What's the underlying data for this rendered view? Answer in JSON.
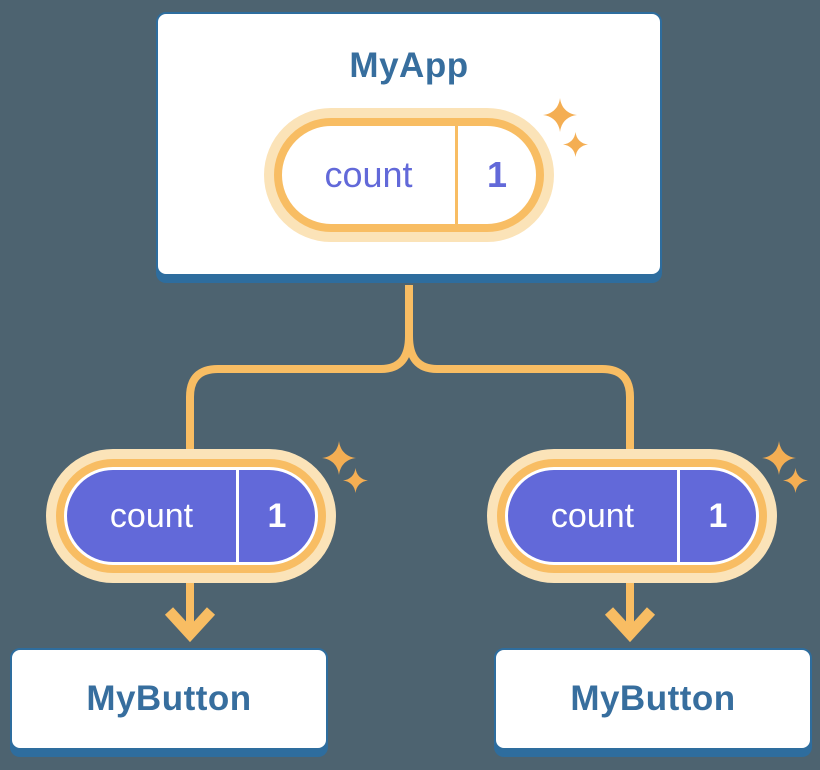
{
  "diagram": {
    "root": {
      "title": "MyApp",
      "state": {
        "name": "count",
        "value": "1"
      }
    },
    "children": [
      {
        "title": "MyButton",
        "state": {
          "name": "count",
          "value": "1"
        }
      },
      {
        "title": "MyButton",
        "state": {
          "name": "count",
          "value": "1"
        }
      }
    ],
    "icons": {
      "sparkle": "sparkle-icon"
    }
  },
  "colors": {
    "background": "#4D6370",
    "card_border": "#2E6D9E",
    "title_text": "#376E9E",
    "pill_purple": "#6269D9",
    "pill_orange": "#F8BD63",
    "pill_halo": "#FBE3B8",
    "sparkle": "#F4AE53",
    "white": "#FFFFFF"
  }
}
